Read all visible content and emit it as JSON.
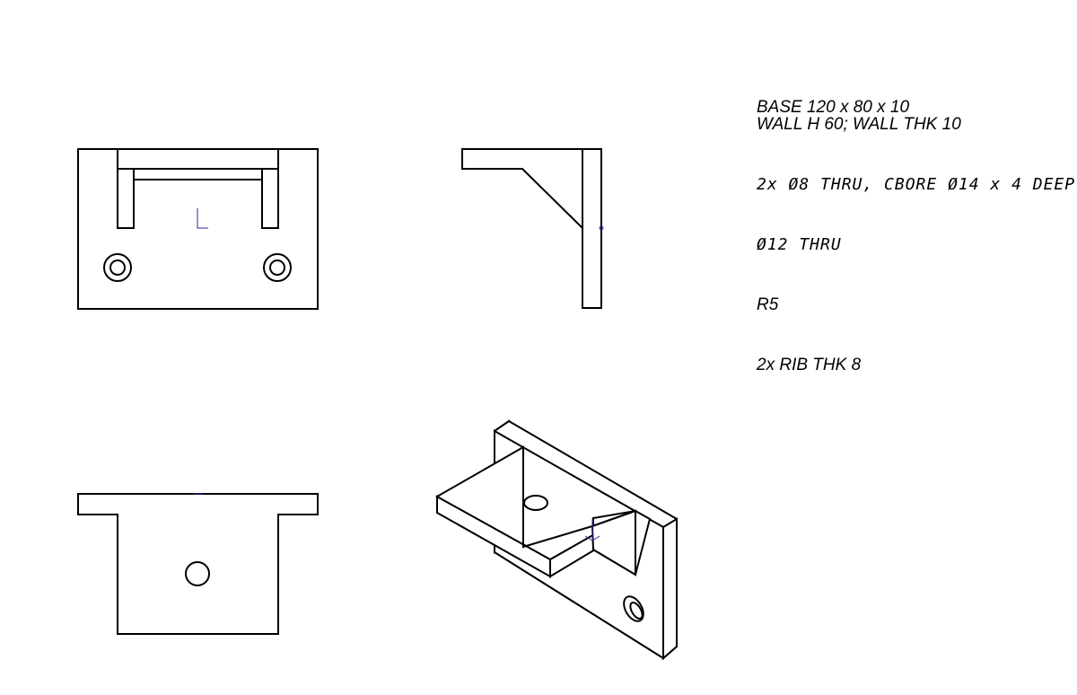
{
  "notes": {
    "base": "BASE 120 x 80 x 10",
    "wall": "WALL H 60; WALL THK 10",
    "holes": "2x Ø8 THRU, CBORE Ø14 x 4 DEEP",
    "center_hole": "Ø12 THRU",
    "fillet": "R5",
    "ribs": "2x RIB THK 8"
  },
  "colors": {
    "line": "#000000",
    "origin_marker": "#2b2b9a",
    "background": "#ffffff"
  }
}
